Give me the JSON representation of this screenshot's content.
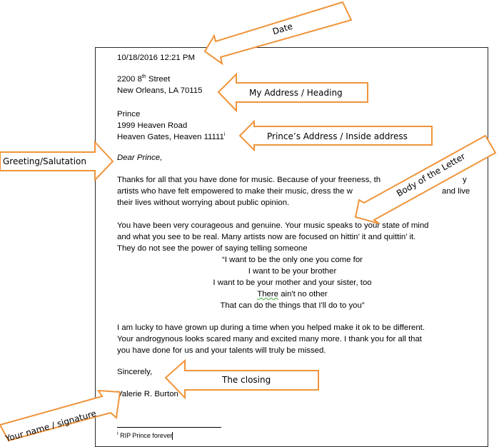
{
  "letter": {
    "date": "10/18/2016 12:21 PM",
    "heading": {
      "line1_pre": "2200 8",
      "line1_sup": "th",
      "line1_post": " Street",
      "line2": "New Orleans, LA 70115"
    },
    "inside_address": {
      "name": "Prince",
      "street": "1999 Heaven Road",
      "city": "Heaven Gates, Heaven 11111",
      "footnote_mark": "i"
    },
    "salutation": "Dear Prince,",
    "body": {
      "p1": [
        "Thanks for all that you have done for music. Because of your freeness, th",
        "artists who have felt empowered to make their music, dress the w",
        "their lives without worrying about public opinion."
      ],
      "p1_tail_line1": "y",
      "p1_tail_line2": "and live",
      "p2": [
        "You have been very courageous and genuine. Your music speaks to your state of mind",
        "and what you see to be real. Many artists now are focused on hittin’ it and quittin’ it.",
        "They do not see the power of saying telling someone"
      ],
      "quote": [
        "“I want to be the only one you come for",
        "I want to be your brother",
        "I want to be your mother and your sister, too",
        "ain't no other",
        "That can do the things that I'll do to you”"
      ],
      "quote_underlined_word": "There",
      "p3": [
        "I am lucky to have grown up during a time when you helped make it ok to be different.",
        "Your androgynous looks scared many and excited many more. I thank you for all that",
        "you have done for us and your talents will truly be missed."
      ]
    },
    "closing": "Sincerely,",
    "signature": "Valerie R. Burton",
    "footnote": {
      "mark": "i",
      "text": "RIP Prince forever"
    }
  },
  "annotations": {
    "date": "Date",
    "heading": "My Address / Heading",
    "inside_address": "Prince’s Address / Inside address",
    "salutation": "Greeting/Salutation",
    "body": "Body of the Letter",
    "closing": "The closing",
    "signature": "Your name / signature"
  },
  "colors": {
    "arrow_stroke": "#f0943a",
    "arrow_fill": "#ffffff",
    "page_border": "#2a2a2a",
    "spellcheck_underline": "#3cae3c"
  }
}
